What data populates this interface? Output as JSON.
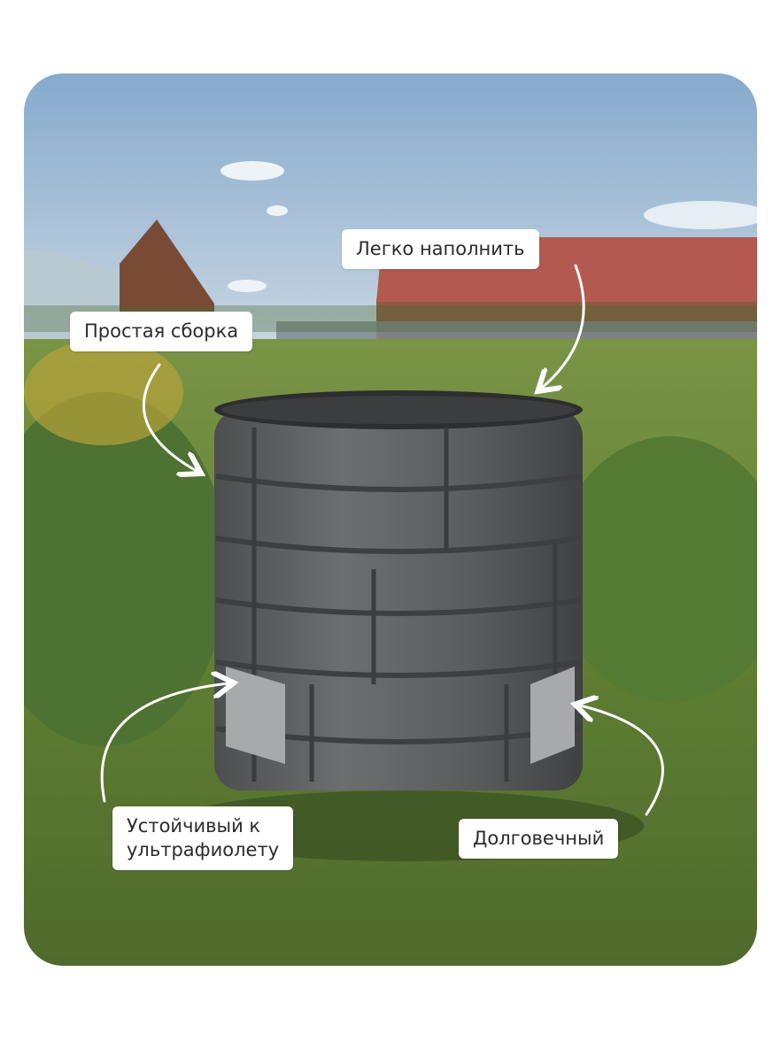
{
  "callouts": {
    "easy_fill": "Легко наполнить",
    "easy_assembly": "Простая сборка",
    "uv_resistant_line1": "Устойчивый к",
    "uv_resistant_line2": "ультрафиолету",
    "durable": "Долговечный"
  },
  "colors": {
    "sky_top": "#8fb2d4",
    "sky_bottom": "#c9d9e6",
    "grass": "#6e8b3d",
    "roof": "#b5574f",
    "composter": "#5f6162",
    "label_bg": "#ffffff",
    "label_text": "#2b2b2b"
  }
}
